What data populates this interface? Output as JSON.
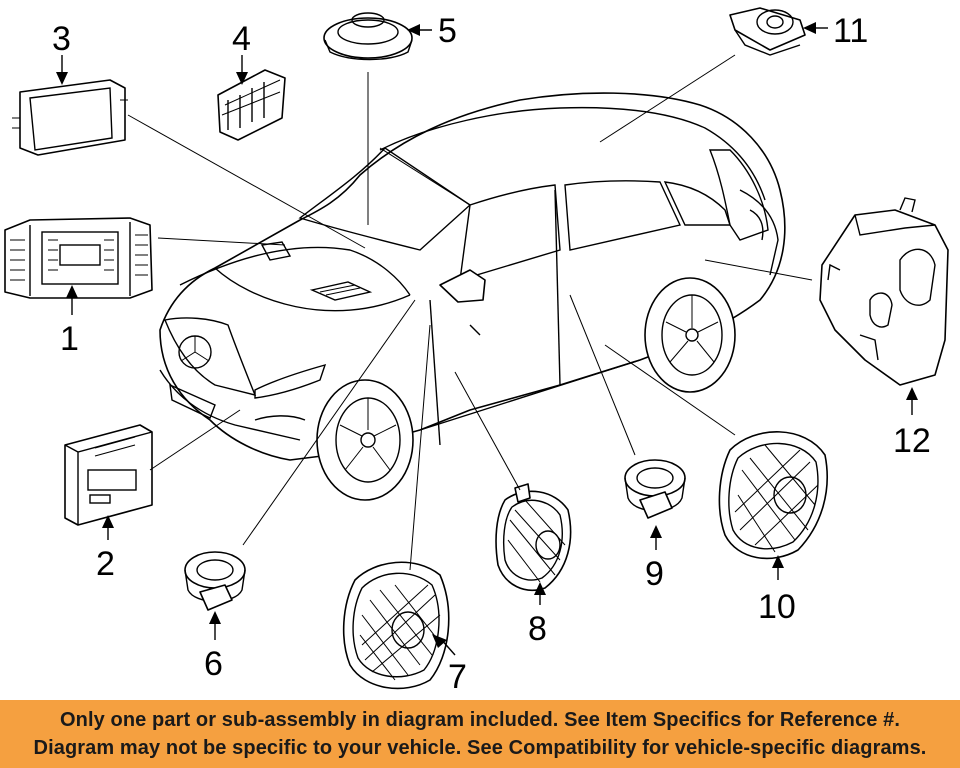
{
  "callouts": [
    "1",
    "2",
    "3",
    "4",
    "5",
    "6",
    "7",
    "8",
    "9",
    "10",
    "11",
    "12"
  ],
  "footer": {
    "line1": "Only one part or sub-assembly in diagram included. See Item Specifics for Reference #.",
    "line2": "Diagram may not be specific to your vehicle. See Compatibility for vehicle-specific diagrams."
  },
  "colors": {
    "banner": "#f5a040",
    "ink": "#000000",
    "paper": "#ffffff"
  }
}
